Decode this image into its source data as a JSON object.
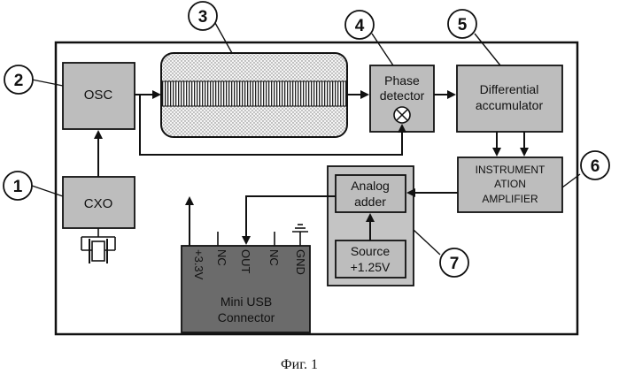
{
  "diagram": {
    "blocks": {
      "osc": "OSC",
      "cxo": "CXO",
      "phase_detector": [
        "Phase",
        "detector"
      ],
      "diff_accumulator": [
        "Differential",
        "accumulator"
      ],
      "instr_amplifier": [
        "INSTRUMENT",
        "ATION",
        "AMPLIFIER"
      ],
      "analog_adder": [
        "Analog",
        "adder"
      ],
      "source": [
        "Source",
        "+1.25V"
      ],
      "usb": {
        "pins": [
          "+3.3V",
          "NC",
          "OUT",
          "NC",
          "GND"
        ],
        "title": [
          "Mini USB",
          "Connector"
        ]
      }
    },
    "callouts": [
      "1",
      "2",
      "3",
      "4",
      "5",
      "6",
      "7"
    ],
    "caption": "Фиг. 1"
  }
}
